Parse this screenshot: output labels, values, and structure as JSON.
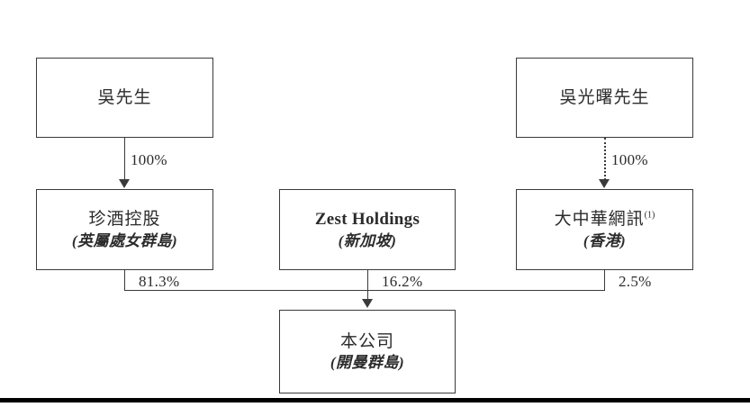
{
  "diagram": {
    "type": "org-ownership-chart",
    "nodes": [
      {
        "id": "wu-mr",
        "name": "吳先生",
        "place": "",
        "note": ""
      },
      {
        "id": "wu-guangshu",
        "name": "吳光曙先生",
        "place": "",
        "note": ""
      },
      {
        "id": "zhenjiu",
        "name": "珍酒控股",
        "place": "(英屬處女群島)",
        "note": ""
      },
      {
        "id": "zest",
        "name": "Zest Holdings",
        "place": "(新加坡)",
        "note": ""
      },
      {
        "id": "dazhonghua",
        "name": "大中華網訊",
        "place": "(香港)",
        "note": "(1)"
      },
      {
        "id": "company",
        "name": "本公司",
        "place": "(開曼群島)",
        "note": ""
      }
    ],
    "edges": [
      {
        "id": "wu-to-zhenjiu",
        "from": "wu-mr",
        "to": "zhenjiu",
        "label": "100%",
        "style": "solid"
      },
      {
        "id": "guangshu-to-dazhonghua",
        "from": "wu-guangshu",
        "to": "dazhonghua",
        "label": "100%",
        "style": "dotted"
      },
      {
        "id": "zhenjiu-to-company",
        "from": "zhenjiu",
        "to": "company",
        "label": "81.3%",
        "style": "solid"
      },
      {
        "id": "zest-to-company",
        "from": "zest",
        "to": "company",
        "label": "16.2%",
        "style": "solid"
      },
      {
        "id": "dazhonghua-to-company",
        "from": "dazhonghua",
        "to": "company",
        "label": "2.5%",
        "style": "solid"
      }
    ],
    "colors": {
      "box_border": "#3a3a3a",
      "line": "#3a3a3a",
      "text": "#2b2b2b",
      "background": "#ffffff",
      "rule": "#000000"
    }
  }
}
